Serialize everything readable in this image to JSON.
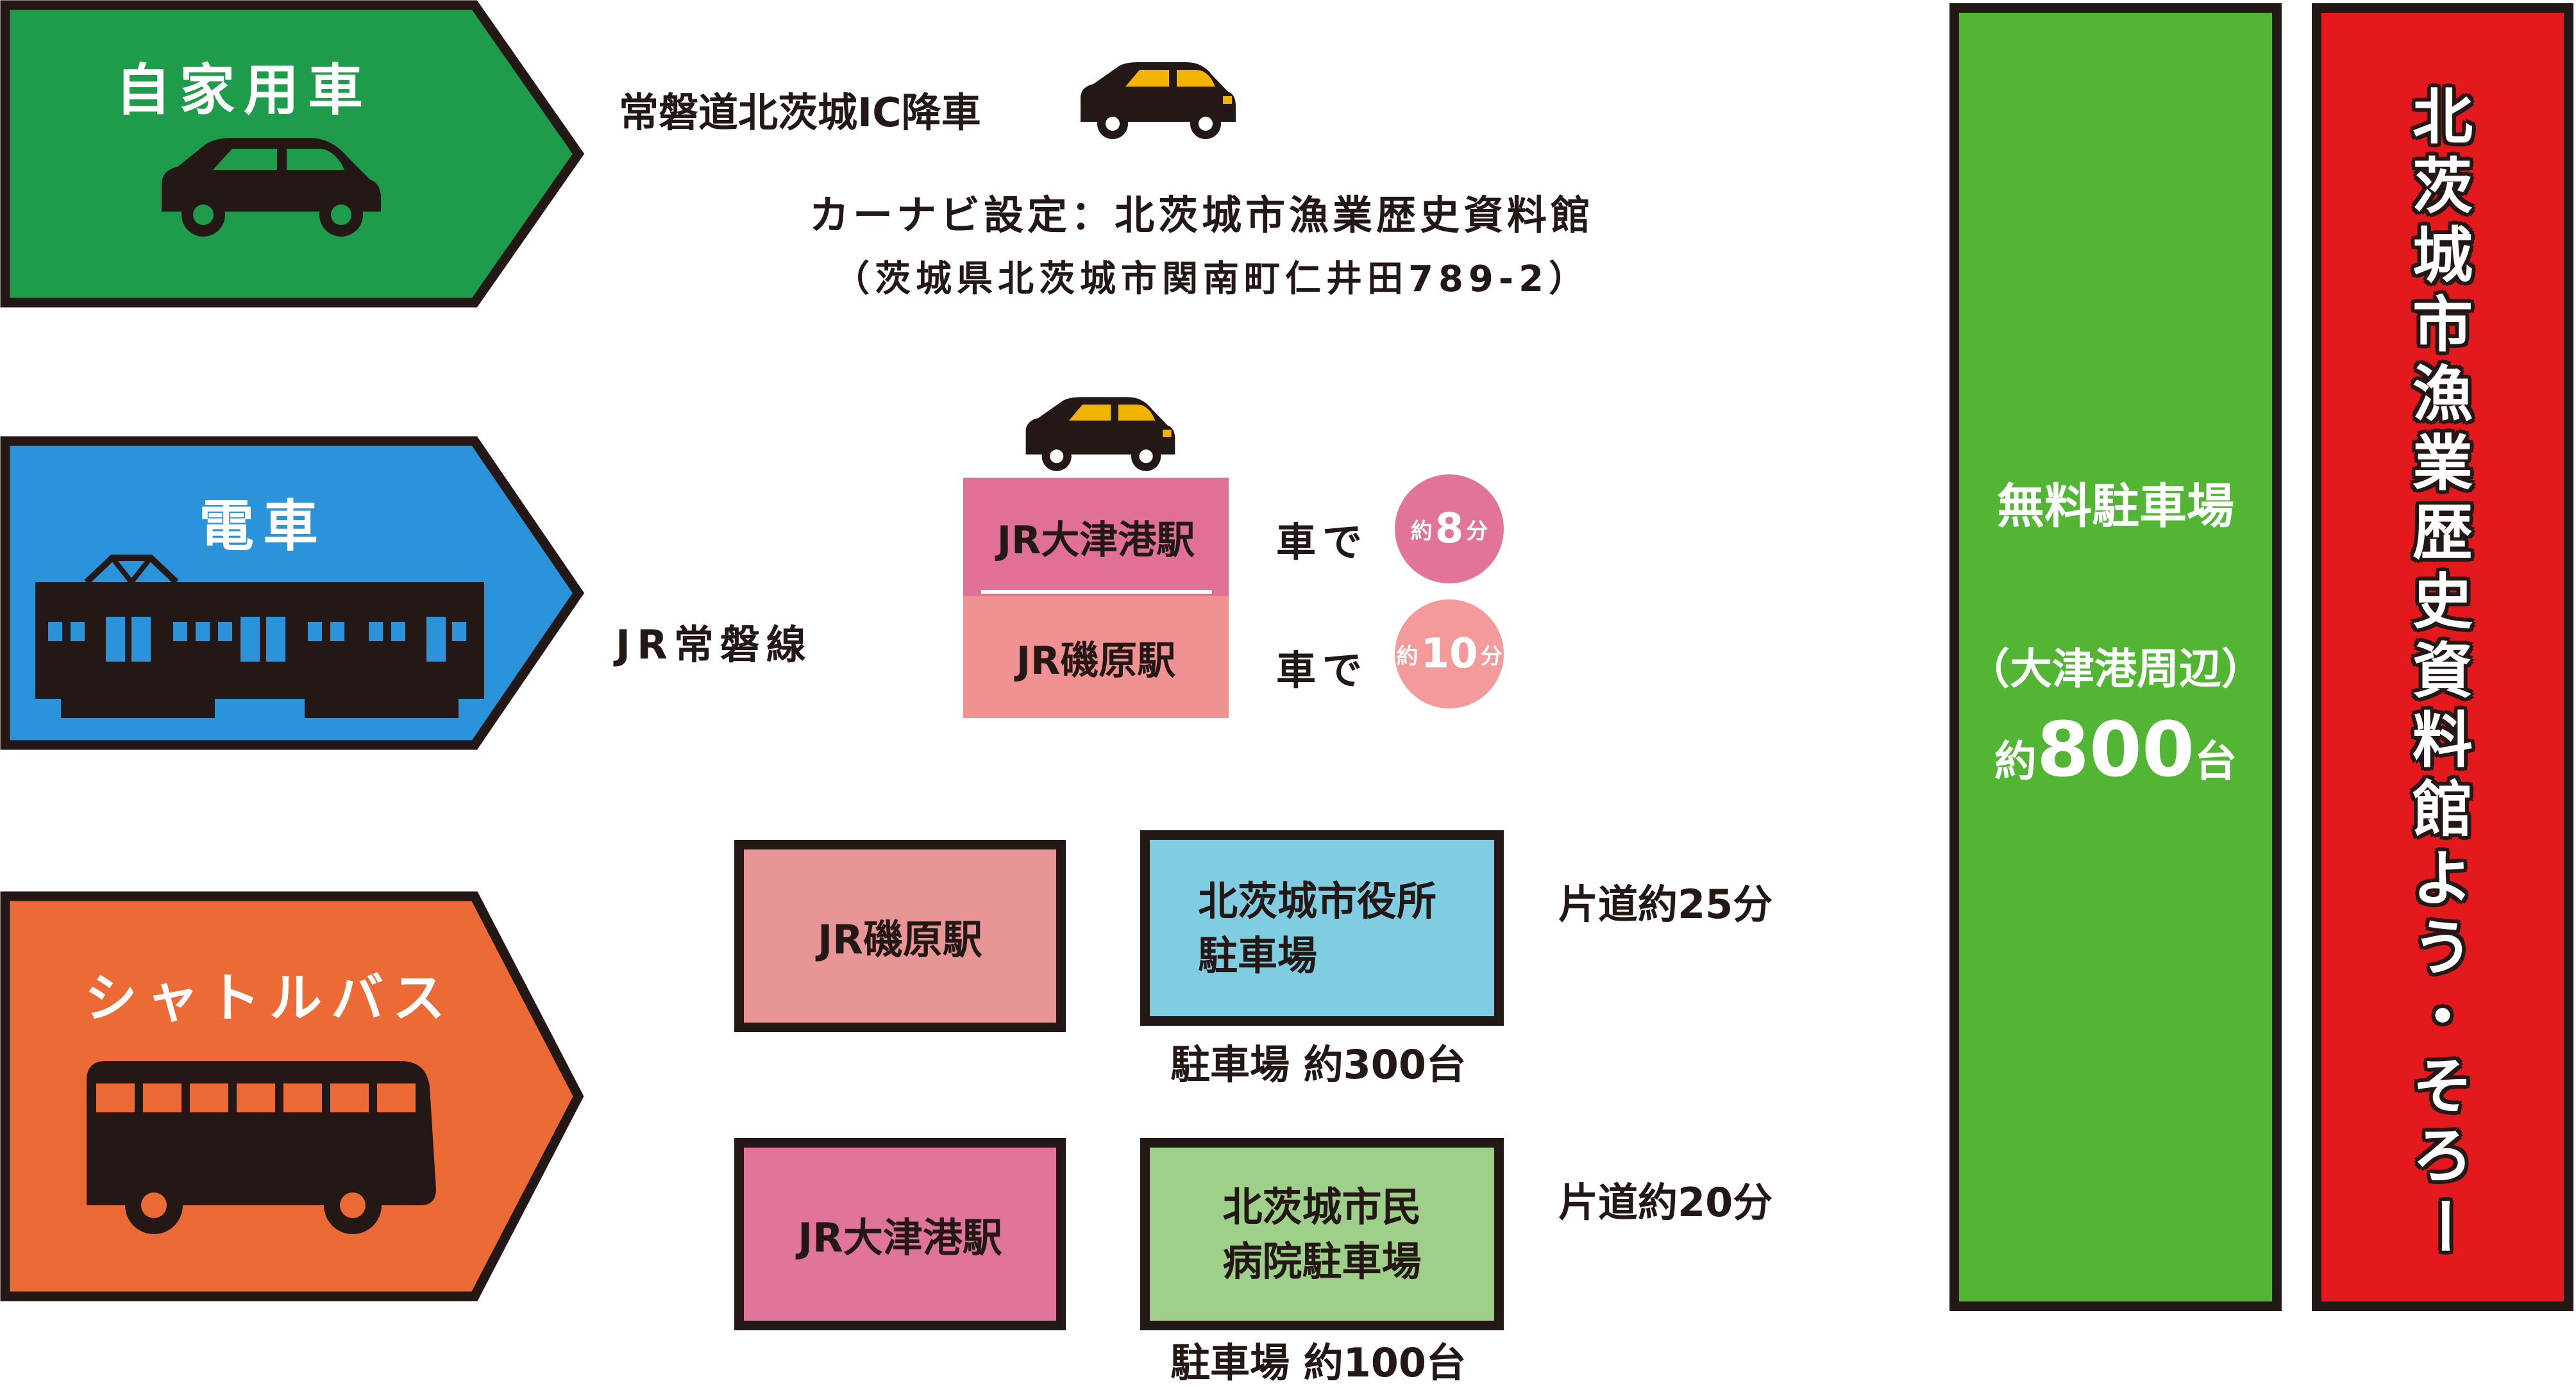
{
  "colors": {
    "car_green": "#1e9c4b",
    "train_blue": "#2b93d9",
    "bus_orange": "#ec6a35",
    "pink_dark": "#e07097",
    "pink_light": "#f09292",
    "box_rose": "#e79595",
    "box_magenta": "#e0749a",
    "box_lightblue": "#80cce0",
    "box_lightgreen": "#9ed089",
    "badge_dark": "#e17497",
    "badge_light": "#f49a9a",
    "parking_green": "#52b534",
    "destination_red": "#e3191e",
    "outline": "#231815",
    "car_yellow": "#f3b400"
  },
  "icons": {
    "car": "car-icon",
    "train": "train-icon",
    "bus": "bus-icon",
    "taxi": "yellow-car-icon"
  },
  "sections": {
    "car": {
      "label": "自家用車",
      "exit": "常磐道北茨城IC降車",
      "navi": "カーナビ設定：北茨城市漁業歴史資料館",
      "address": "（茨城県北茨城市関南町仁井田789-2）"
    },
    "train": {
      "label": "電車",
      "line": "JR常磐線",
      "stations": [
        {
          "name": "JR大津港駅",
          "by": "車で",
          "badge_prefix": "約",
          "badge_num": "8",
          "badge_unit": "分"
        },
        {
          "name": "JR磯原駅",
          "by": "車で",
          "badge_prefix": "約",
          "badge_num": "10",
          "badge_unit": "分"
        }
      ]
    },
    "bus": {
      "label": "シャトルバス",
      "routes": [
        {
          "station": "JR磯原駅",
          "parking_line1": "北茨城市役所",
          "parking_line2": "駐車場",
          "duration": "片道約25分",
          "capacity": "駐車場 約300台"
        },
        {
          "station": "JR大津港駅",
          "parking_line1": "北茨城市民",
          "parking_line2": "病院駐車場",
          "duration": "片道約20分",
          "capacity": "駐車場 約100台"
        }
      ]
    }
  },
  "parking": {
    "title": "無料駐車場",
    "area": "（大津港周辺）",
    "count_prefix": "約",
    "count_num": "800",
    "count_unit": "台"
  },
  "destination": {
    "chars": [
      "北",
      "茨",
      "城",
      "市",
      "漁",
      "業",
      "歴",
      "史",
      "資",
      "料",
      "館",
      "よ",
      "う",
      "・",
      "そ",
      "ろ",
      "ー"
    ]
  }
}
